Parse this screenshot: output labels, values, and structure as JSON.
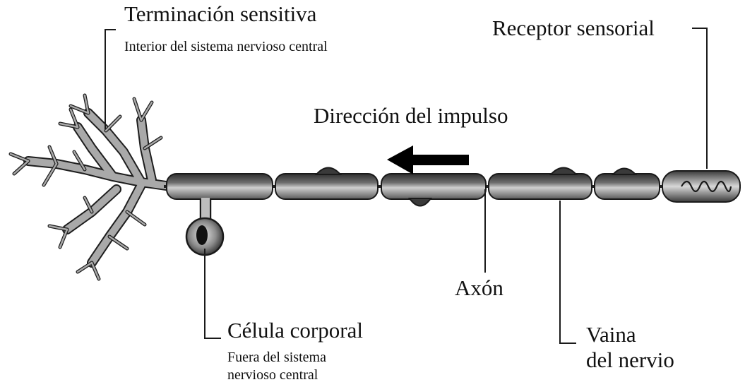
{
  "labels": {
    "sensory_ending": {
      "title": "Terminación sensitiva",
      "subtitle": "Interior del sistema nervioso central"
    },
    "sensory_receptor": "Receptor sensorial",
    "impulse_direction": "Dirección del impulso",
    "axon": "Axón",
    "cell_body": {
      "title": "Célula corporal",
      "subtitle_line1": "Fuera del sistema",
      "subtitle_line2": "nervioso central"
    },
    "nerve_sheath": {
      "line1": "Vaina",
      "line2": "del nervio"
    }
  },
  "colors": {
    "ink": "#111111",
    "dendrite_fill": "#a9a9a9",
    "sheath_dark": "#3a3a3a",
    "sheath_light": "#c9c9c9"
  }
}
